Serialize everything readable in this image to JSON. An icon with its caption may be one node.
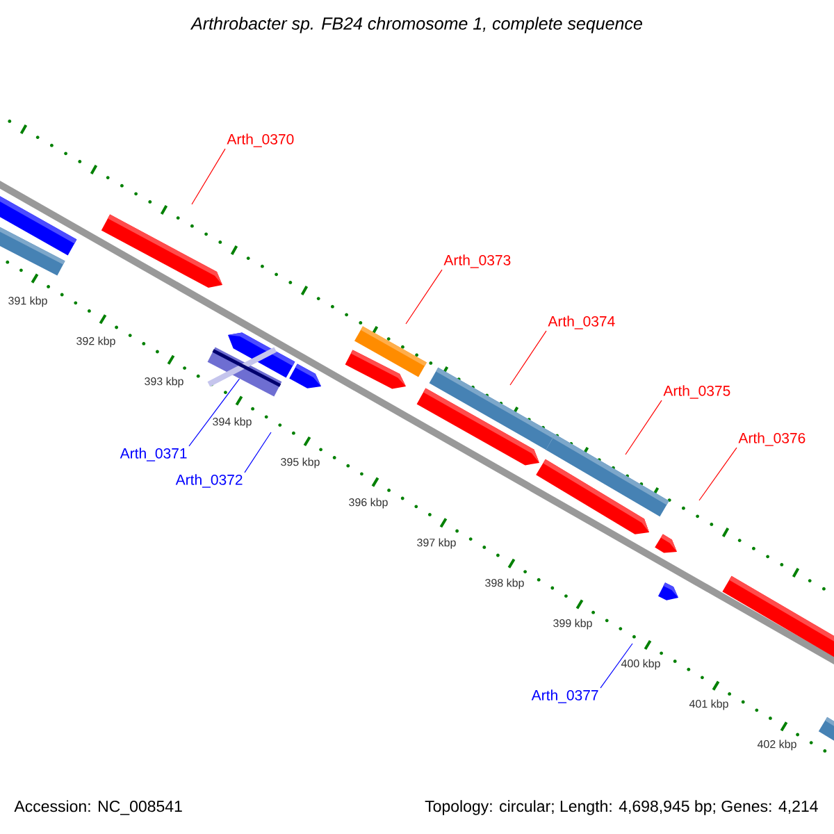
{
  "diagram": {
    "title": "Arthrobacter sp. FB24 chromosome 1, complete sequence",
    "nodes": [
      {
        "text": [
          "Arth_0370"
        ]
      },
      {
        "text": [
          "Arth_0373"
        ]
      },
      {
        "text": [
          "Arth_0374"
        ]
      },
      {
        "text": [
          "Arth_0375"
        ]
      },
      {
        "text": [
          "Arth_0376"
        ]
      },
      {
        "text": [
          "Arth_0371"
        ]
      },
      {
        "text": [
          "Arth_0372"
        ]
      },
      {
        "text": [
          "Arth_0377"
        ]
      },
      {
        "text": [],
        "shape": "bar"
      }
    ],
    "edges": [
      {
        "from": 0,
        "to": null,
        "arrow": "none"
      },
      {
        "from": 1,
        "to": null,
        "arrow": "none"
      },
      {
        "from": 2,
        "to": null,
        "arrow": "none"
      },
      {
        "from": 3,
        "to": null,
        "arrow": "none"
      },
      {
        "from": 4,
        "to": null,
        "arrow": "none"
      },
      {
        "from": 5,
        "to": 8,
        "arrow": "none",
        "color": "#0000ff"
      },
      {
        "from": 6,
        "to": null,
        "arrow": "none",
        "color": "#0000ff"
      },
      {
        "from": 7,
        "to": null,
        "arrow": "none",
        "color": "#0000ff"
      }
    ],
    "labels": [
      "391 kbp",
      "392 kbp",
      "393 kbp",
      "394 kbp",
      "395 kbp",
      "396 kbp",
      "397 kbp",
      "398 kbp",
      "399 kbp",
      "400 kbp",
      "401 kbp",
      "402 kbp",
      "Accession: NC_008541",
      "Topology: circular; Length: 4,698,945 bp; Genes: 4,214"
    ]
  }
}
